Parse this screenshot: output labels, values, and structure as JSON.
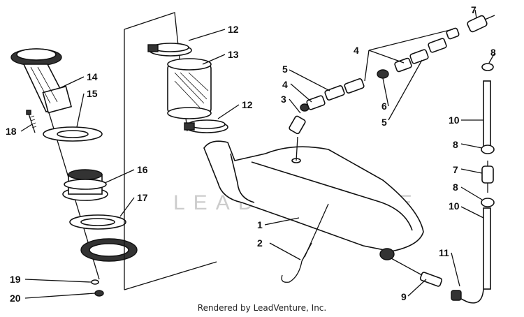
{
  "callouts": {
    "c1": "1",
    "c2": "2",
    "c3": "3",
    "c4a": "4",
    "c4b": "4",
    "c5a": "5",
    "c5b": "5",
    "c6": "6",
    "c7a": "7",
    "c7b": "7",
    "c8a": "8",
    "c8b": "8",
    "c8c": "8",
    "c9": "9",
    "c10a": "10",
    "c10b": "10",
    "c11": "11",
    "c12a": "12",
    "c12b": "12",
    "c13": "13",
    "c14": "14",
    "c15": "15",
    "c16": "16",
    "c17": "17",
    "c18": "18",
    "c19": "19",
    "c20": "20"
  },
  "watermark": "LEADVENTURE",
  "footer": "Rendered by LeadVenture, Inc."
}
